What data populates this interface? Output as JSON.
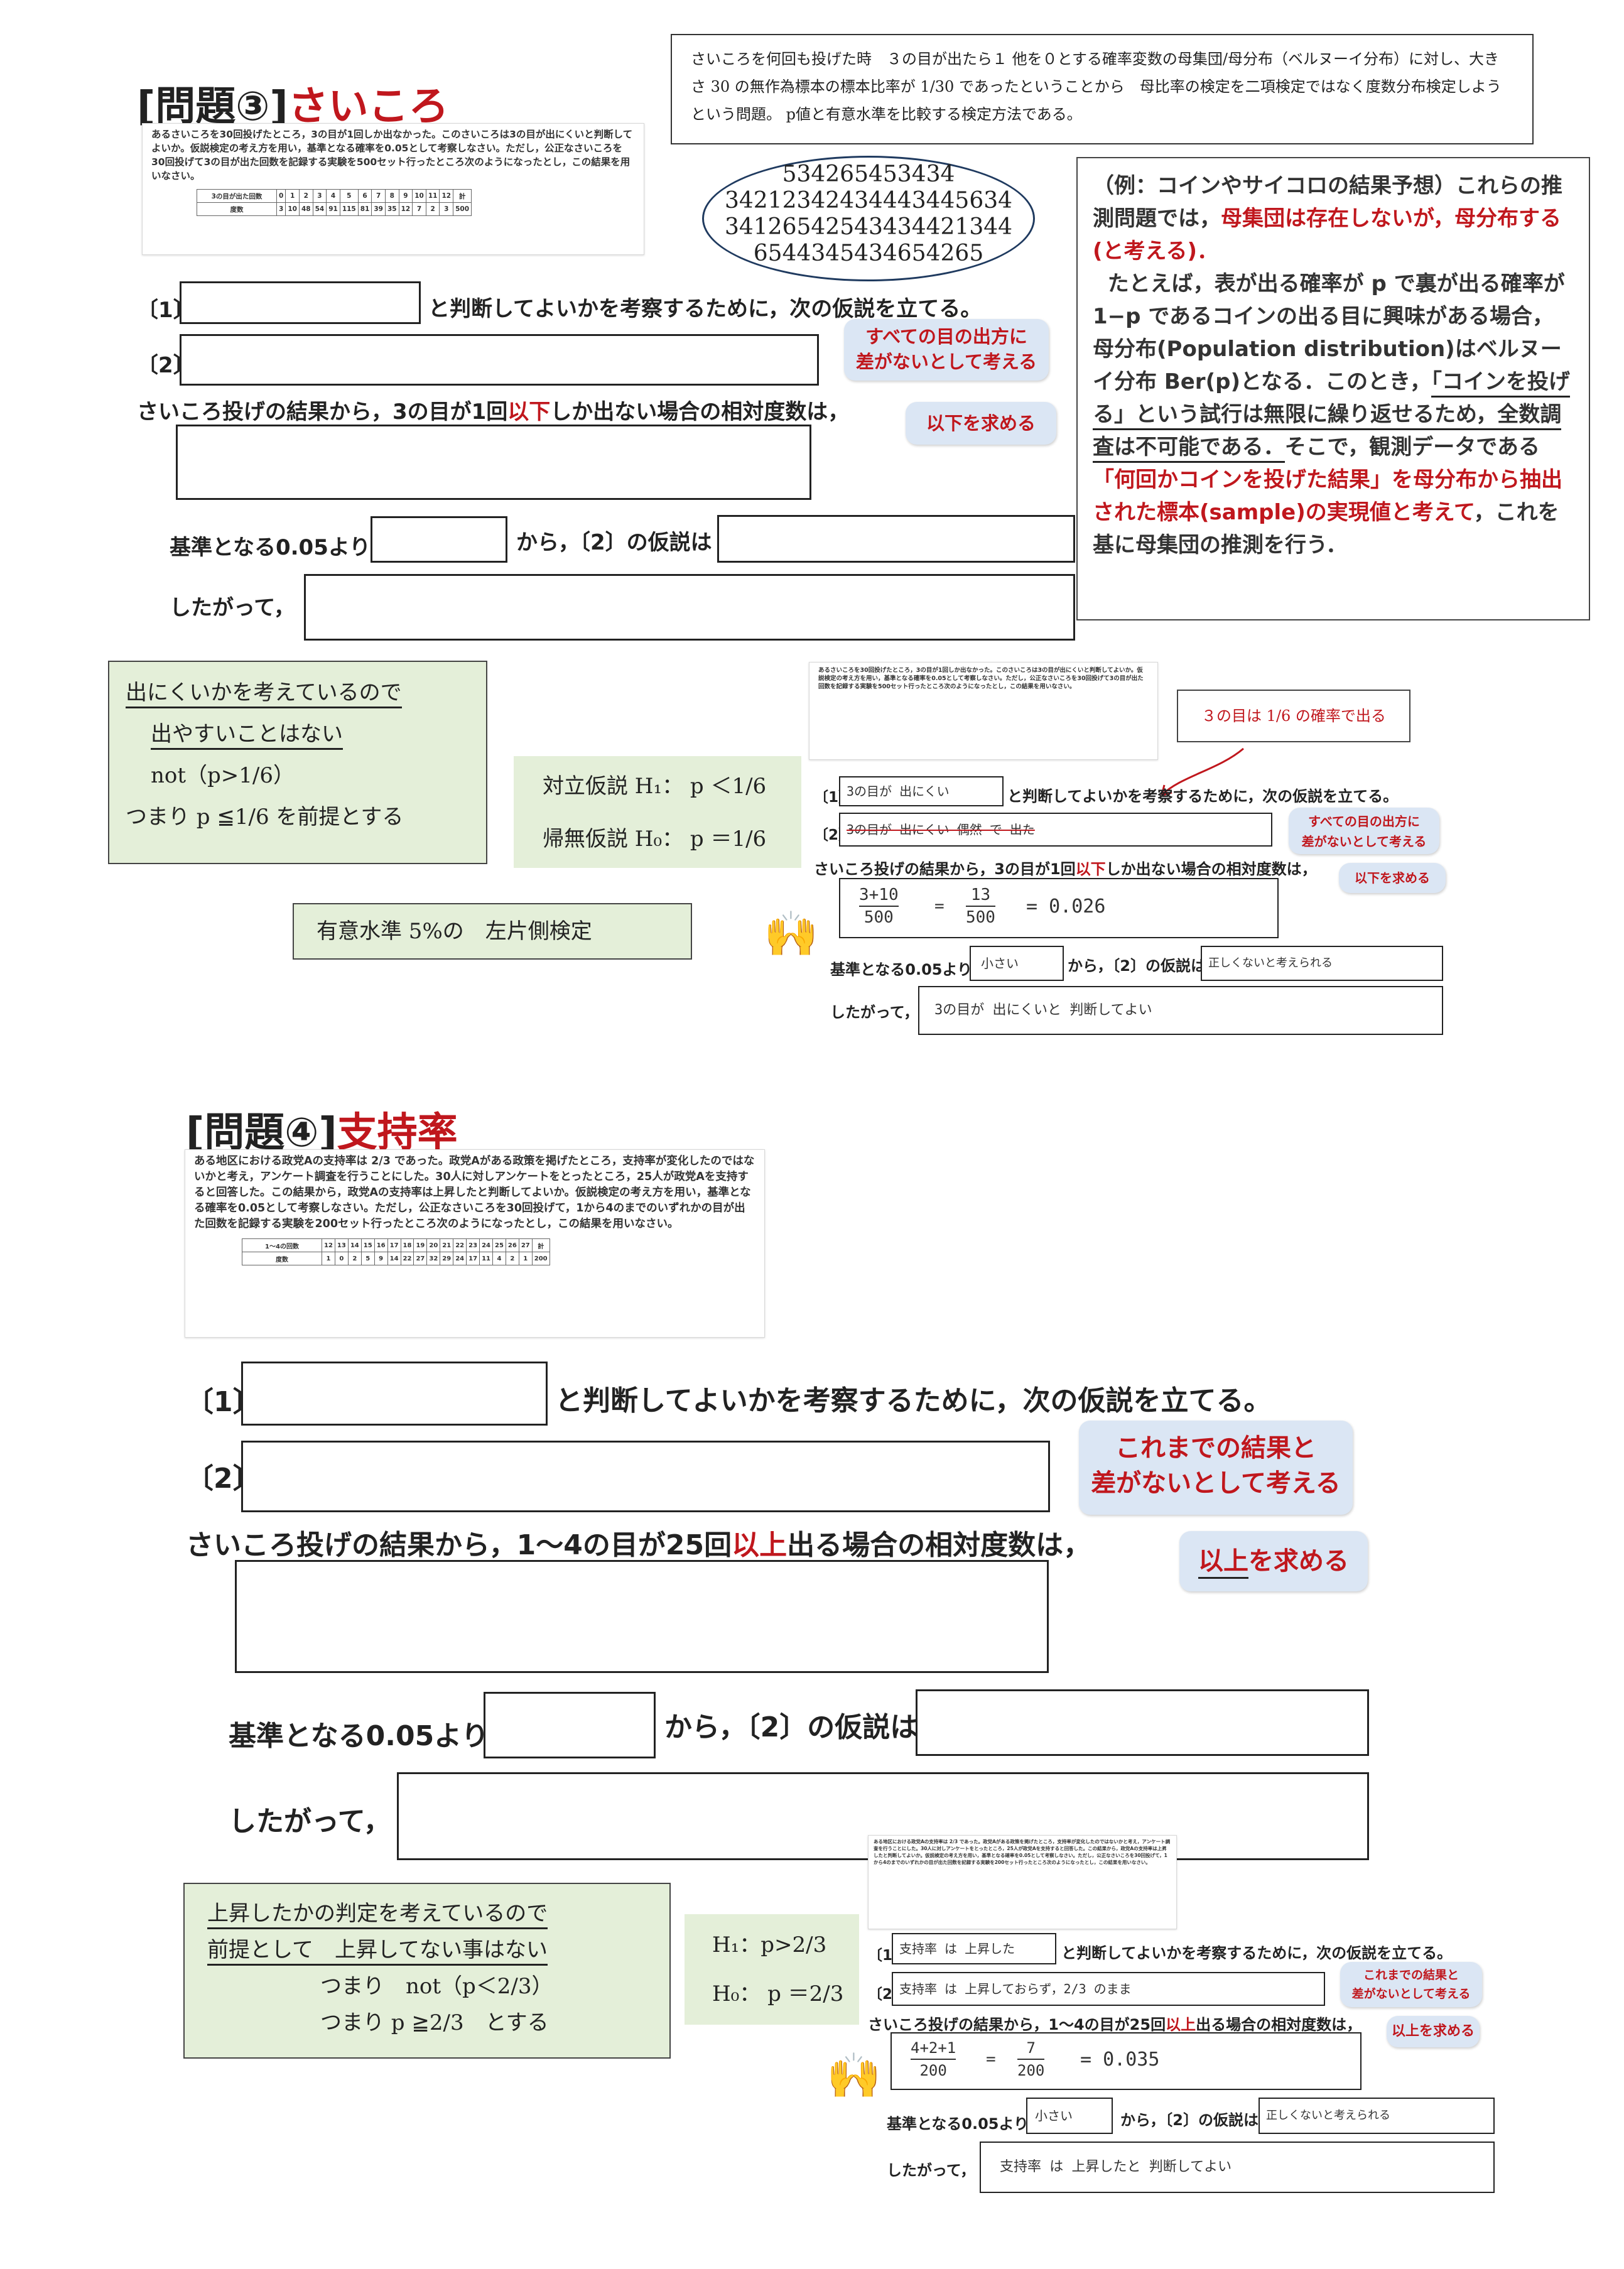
{
  "problem3": {
    "title_prefix": "[問題③]",
    "title_word": "さいころ",
    "problem_text": "あるさいころを30回投げたところ，3の目が1回しか出なかった。このさいころは3の目が出にくいと判断してよいか。仮説検定の考え方を用い，基準となる確率を0.05として考察しなさい。ただし，公正なさいころを30回投げて3の目が出た回数を記録する実験を500セット行ったところ次のようになったとし，この結果を用いなさい。",
    "table_header": "3の目が出た回数",
    "table_counts": [
      "0",
      "1",
      "2",
      "3",
      "4",
      "5",
      "6",
      "7",
      "8",
      "9",
      "10",
      "11",
      "12",
      "計"
    ],
    "table_row_label": "度数",
    "table_freq": [
      "3",
      "10",
      "48",
      "54",
      "91",
      "115",
      "81",
      "39",
      "35",
      "12",
      "7",
      "2",
      "3",
      "500"
    ],
    "top_note": "さいころを何回も投げた時　３の目が出たら１ 他を０とする確率変数の母集団/母分布（ベルヌーイ分布）に対し、大きさ 30 の無作為標本の標本比率が 1/30 であったということから　母比率の検定を二項検定ではなく度数分布検定しようという問題。 p値と有意水準を比較する検定方法である。",
    "digits": [
      "534265453434",
      "34212342434443445634",
      "34126542543434421344",
      "654434543465426​5"
    ],
    "side_note_1": "（例：コインやサイコロの結果予想）これらの推測問題では，",
    "side_note_red1": "母集団は存在しないが，母分布する(と考える)．",
    "side_note_2": "たとえば，表が出る確率が p で裏が出る確率が 1−p であるコインの出る目に興味がある場合，母分布(Population distribution)はベルヌーイ分布 Ber(p)となる．このとき，",
    "side_note_u1": "「コインを投げる」という試行は無限に繰り返せるため，全数調査は不可能である．",
    "side_note_3": "そこで，観測データである",
    "side_note_red2": "「何回かコインを投げた結果」を母分布から抽出された標本(sample)の実現値と考えて",
    "side_note_4": "，これを基に母集団の推測を行う．",
    "q1_suffix": "と判断してよいかを考察するために，次の仮説を立てる。",
    "q1_label": "〔1〕",
    "q2_label": "〔2〕",
    "bubble_all": [
      "すべての目の出方に",
      "差がないとして考える"
    ],
    "q3_text_a": "さいころ投げの結果から，3の目が1回",
    "q3_text_red": "以下",
    "q3_text_b": "しか出ない場合の相対度数は，",
    "bubble_below": "以下を求める",
    "q4_text": "基準となる0.05より",
    "q4_mid": "から，〔2〕の仮説は",
    "q5_text": "したがって，",
    "green_lines": [
      "出にくいかを考えているので",
      "出やすいことはない",
      "not（p>1/6）",
      "つまり p ≦1/6 を前提とする"
    ],
    "h1": "対立仮説 H₁： p ＜1/6",
    "h0": "帰無仮説 H₀： p ＝1/6",
    "sig": "有意水準 5%の　左片側検定",
    "prob_note": "３の目は 1/6 の確率で出る",
    "ans1": "3の目が 出にくい",
    "ans2": "3の目が 出にくい 偶然 で 出た",
    "ans_frac_num": "3+10",
    "ans_frac_den": "500",
    "ans_eq": "=",
    "ans_frac2_num": "13",
    "ans_frac2_den": "500",
    "ans_val": "= 0.026",
    "ans4": "小さい",
    "ans4b": "正しくないと考えられる",
    "ans5": "3の目が 出にくいと 判断してよい"
  },
  "problem4": {
    "title_prefix": "[問題④]",
    "title_word": "支持率",
    "problem_text": "ある地区における政党Aの支持率は 2/3 であった。政党Aがある政策を掲げたところ，支持率が変化したのではないかと考え，アンケート調査を行うことにした。30人に対しアンケートをとったところ，25人が政党Aを支持すると回答した。この結果から，政党Aの支持率は上昇したと判断してよいか。仮説検定の考え方を用い，基準となる確率を0.05として考察しなさい。ただし，公正なさいころを30回投げて，1から4のまでのいずれかの目が出た回数を記録する実験を200セット行ったところ次のようになったとし，この結果を用いなさい。",
    "table_header": "1〜4の回数",
    "table_counts": [
      "12",
      "13",
      "14",
      "15",
      "16",
      "17",
      "18",
      "19",
      "20",
      "21",
      "22",
      "23",
      "24",
      "25",
      "26",
      "27",
      "計"
    ],
    "table_row_label": "度数",
    "table_freq": [
      "1",
      "0",
      "2",
      "5",
      "9",
      "14",
      "22",
      "27",
      "32",
      "29",
      "24",
      "17",
      "11",
      "4",
      "2",
      "1",
      "200"
    ],
    "q1_label": "〔1〕",
    "q2_label": "〔2〕",
    "q1_suffix": "と判断してよいかを考察するために，次の仮説を立てる。",
    "bubble_diff": [
      "これまでの結果と",
      "差がないとして考える"
    ],
    "q3_text_a": "さいころ投げの結果から，1〜4の目が25回",
    "q3_text_red": "以上",
    "q3_text_b": "出る場合の相対度数は，",
    "bubble_above_red": "以上",
    "bubble_above_rest": "を求める",
    "q4_text": "基準となる0.05より",
    "q4_mid": "から，〔2〕の仮説は",
    "q5_text": "したがって，",
    "green_lines": [
      "上昇したかの判定を考えているので",
      "前提として　上昇してない事はない",
      "つまり　not（p＜2/3）",
      "つまり p ≧2/3　とする"
    ],
    "h1": "H₁：p>2/3",
    "h0": "H₀： p ＝2/3",
    "ans1": "支持率 は 上昇した",
    "ans2": "支持率 は 上昇しておらず，2/3 のまま",
    "ans_frac_num": "4+2+1",
    "ans_frac_den": "200",
    "ans_eq": "=",
    "ans_frac2_num": "7",
    "ans_frac2_den": "200",
    "ans_val": "= 0.035",
    "ans4": "小さい",
    "ans4b": "正しくないと考えられる",
    "ans5": "支持率 は 上昇したと 判断してよい"
  }
}
